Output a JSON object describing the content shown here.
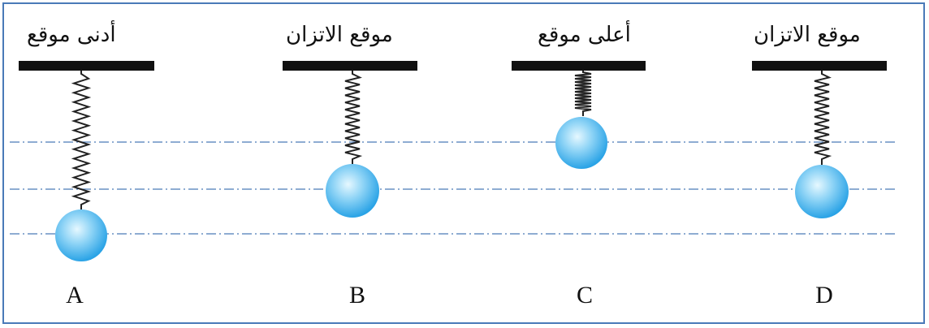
{
  "panels": [
    {
      "id": "A",
      "title": "أدنى موقع",
      "letter": "A"
    },
    {
      "id": "B",
      "title": "موقع الاتزان",
      "letter": "B"
    },
    {
      "id": "C",
      "title": "أعلى موقع",
      "letter": "C"
    },
    {
      "id": "D",
      "title": "موقع الاتزان",
      "letter": "D"
    }
  ],
  "colors": {
    "frame": "#4a7ab8",
    "guide_line": "#4a7ab8",
    "support_bar": "#111111",
    "spring": "#222222",
    "ball_light": "#d6f3fd",
    "ball_dark": "#2aa3e6"
  },
  "icons": {
    "support": "ceiling-bar-icon",
    "spring": "spring-icon",
    "mass": "ball-icon"
  }
}
